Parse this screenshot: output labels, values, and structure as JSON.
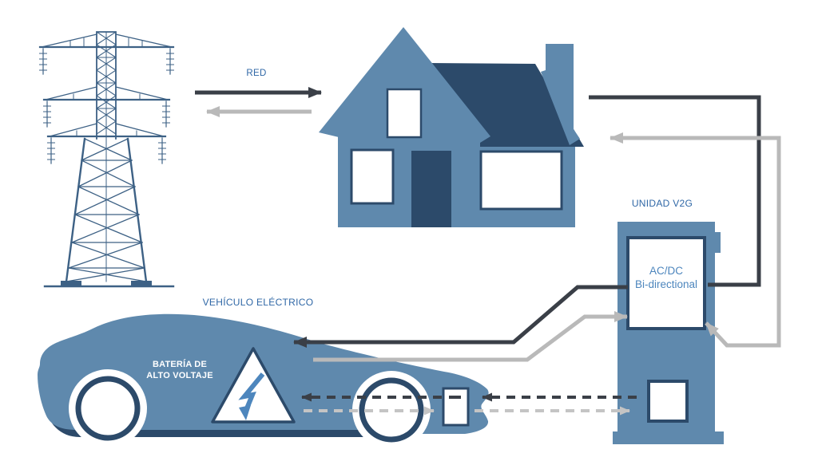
{
  "labels": {
    "grid": "RED",
    "vehicle": "VEHÍCULO ELÉCTRICO",
    "v2g_unit": "UNIDAD V2G",
    "converter": {
      "line1": "AC/DC",
      "line2": "Bi-directional"
    },
    "battery": {
      "line1": "BATERÍA DE",
      "line2": "ALTO VOLTAJE"
    }
  },
  "colors": {
    "background": "#ffffff",
    "steel_blue": "#5f89ad",
    "navy": "#2c4a6a",
    "tower_blue": "#3d6185",
    "label_blue": "#2f67a6",
    "converter_blue": "#4d86bd",
    "arrow_dark": "#3a3f47",
    "arrow_gray": "#b9b9b9",
    "dash_gray": "#c4c4c4",
    "white": "#ffffff"
  },
  "flows": [
    {
      "from": "red",
      "to": "casa",
      "style": "solid",
      "color": "dark"
    },
    {
      "from": "casa",
      "to": "red",
      "style": "solid",
      "color": "gray"
    },
    {
      "from": "casa",
      "to": "unidad_v2g",
      "style": "solid",
      "color": "dark"
    },
    {
      "from": "unidad_v2g",
      "to": "casa",
      "style": "solid",
      "color": "gray"
    },
    {
      "from": "unidad_v2g",
      "to": "vehiculo",
      "style": "solid",
      "color": "dark"
    },
    {
      "from": "vehiculo",
      "to": "unidad_v2g",
      "style": "solid",
      "color": "gray"
    },
    {
      "from": "unidad_v2g",
      "to": "bateria",
      "style": "dashed",
      "color": "dark"
    },
    {
      "from": "bateria",
      "to": "unidad_v2g",
      "style": "dashed",
      "color": "gray"
    }
  ]
}
